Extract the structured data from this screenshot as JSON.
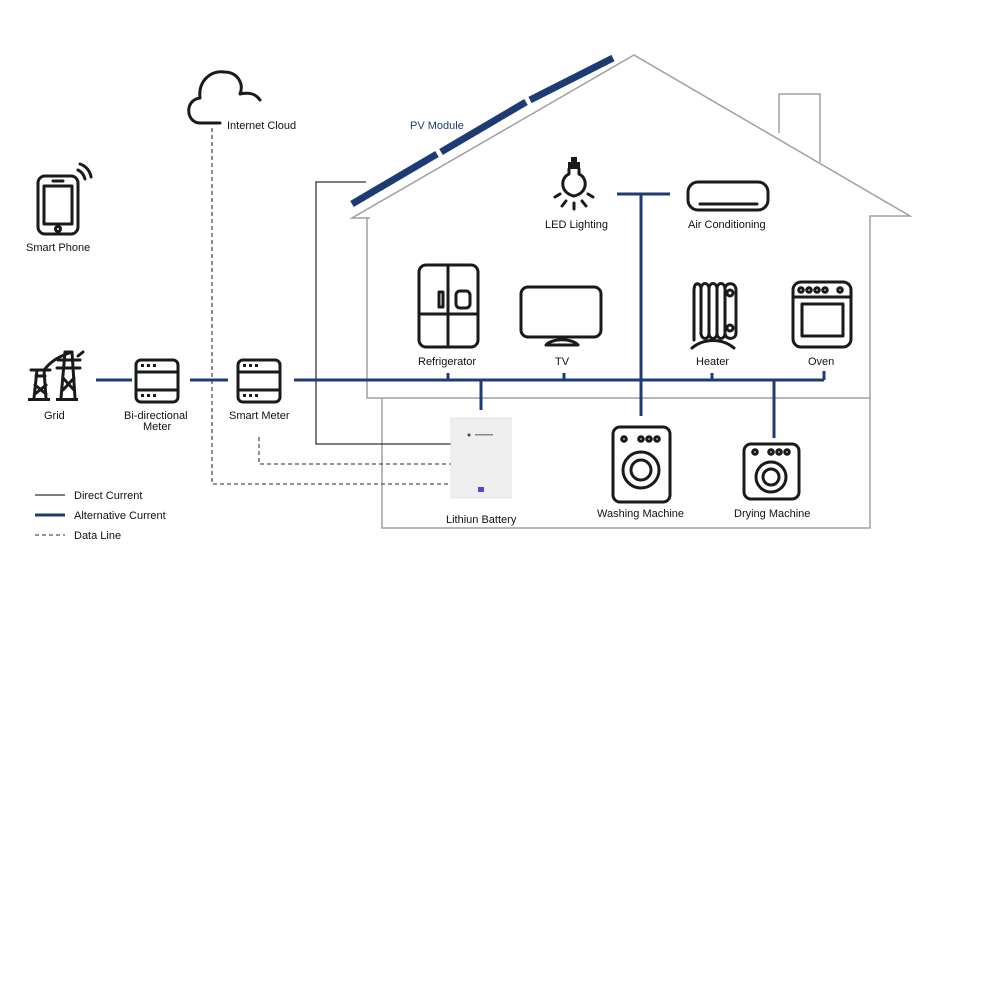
{
  "title": "Home Solar Energy Storage System Diagram",
  "colors": {
    "alternative_current": "#1d3c74",
    "direct_current": "#333333",
    "data_line": "#555555",
    "house_outline": "#a0a0a0",
    "icon": "#1a1a1a",
    "battery_indicator": "#5046d8"
  },
  "components": {
    "internet_cloud": "Internet Cloud",
    "smart_phone": "Smart Phone",
    "pv_module": "PV Module",
    "led_lighting": "LED Lighting",
    "air_conditioning": "Air Conditioning",
    "refrigerator": "Refrigerator",
    "tv": "TV",
    "heater": "Heater",
    "oven": "Oven",
    "grid": "Grid",
    "bidirectional_meter_line1": "Bi-directional",
    "bidirectional_meter_line2": "Meter",
    "smart_meter": "Smart Meter",
    "lithium_battery": "Lithiun Battery",
    "washing_machine": "Washing Machine",
    "drying_machine": "Drying Machine"
  },
  "legend": [
    {
      "label": "Direct Current",
      "style": "thin-solid"
    },
    {
      "label": "Alternative Current",
      "style": "thick-blue"
    },
    {
      "label": "Data Line",
      "style": "dashed"
    }
  ]
}
